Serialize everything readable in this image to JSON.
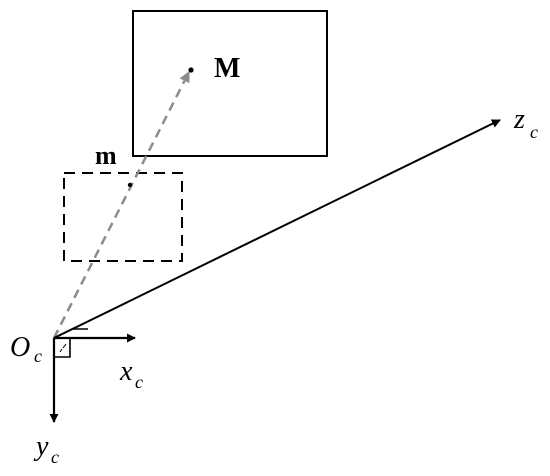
{
  "points": {
    "world_point": "M",
    "image_point": "m"
  },
  "camera": {
    "origin": {
      "main": "O",
      "sub": "c"
    },
    "x_axis": {
      "main": "x",
      "sub": "c"
    },
    "y_axis": {
      "main": "y",
      "sub": "c"
    },
    "z_axis": {
      "main": "z",
      "sub": "c"
    }
  },
  "colors": {
    "stroke": "#000000",
    "projection_ray": "#8c8c8c",
    "background": "#ffffff"
  }
}
